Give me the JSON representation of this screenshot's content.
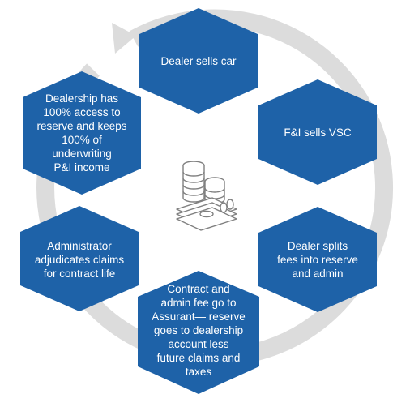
{
  "colors": {
    "hexagon_fill": "#1e62a8",
    "hexagon_text": "#ffffff",
    "cycle_ring": "#dcdcdc",
    "icon_stroke": "#808080"
  },
  "center_icon": "coins-and-cash-icon",
  "steps": [
    {
      "id": "top",
      "lines": [
        "Dealer sells car"
      ]
    },
    {
      "id": "upper-right",
      "lines": [
        "F&I sells VSC"
      ]
    },
    {
      "id": "lower-right",
      "lines": [
        "Dealer splits",
        "fees into reserve",
        "and admin"
      ]
    },
    {
      "id": "bottom",
      "lines": [
        "Contract and",
        "admin fee go to",
        "Assurant— reserve",
        "goes to dealership",
        "account less",
        "future claims and",
        "taxes"
      ],
      "underlined_word": "less"
    },
    {
      "id": "lower-left",
      "lines": [
        "Administrator",
        "adjudicates claims",
        "for contract life"
      ]
    },
    {
      "id": "upper-left",
      "lines": [
        "Dealership has",
        "100% access to",
        "reserve and keeps",
        "100% of",
        "underwriting",
        "P&I income"
      ]
    }
  ]
}
